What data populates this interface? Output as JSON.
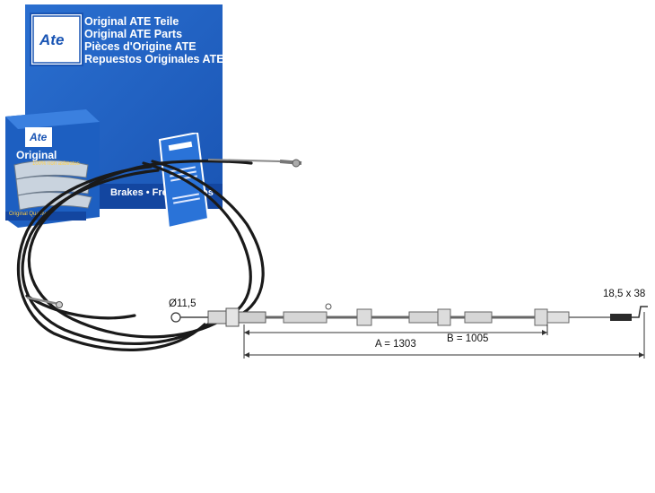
{
  "package": {
    "brand": "Ate",
    "lines": [
      "Original ATE Teile",
      "Original ATE Parts",
      "Pièces d'Origine ATE",
      "Repuestos Originales ATE"
    ],
    "band_text": "Brakes • Frei",
    "band_text_end": "os"
  },
  "pad_box": {
    "brand": "Ate",
    "title": "Original",
    "sub": "100% non asbestos",
    "bottom": "Original Quality"
  },
  "dimensions": {
    "diameter": "Ø11,5",
    "end_size": "18,5 x 38",
    "a": "A = 1303",
    "b": "B = 1005"
  },
  "colors": {
    "box_blue": "#1d5fc1",
    "box_dark": "#1346a0",
    "cable": "#1a1a1a"
  }
}
